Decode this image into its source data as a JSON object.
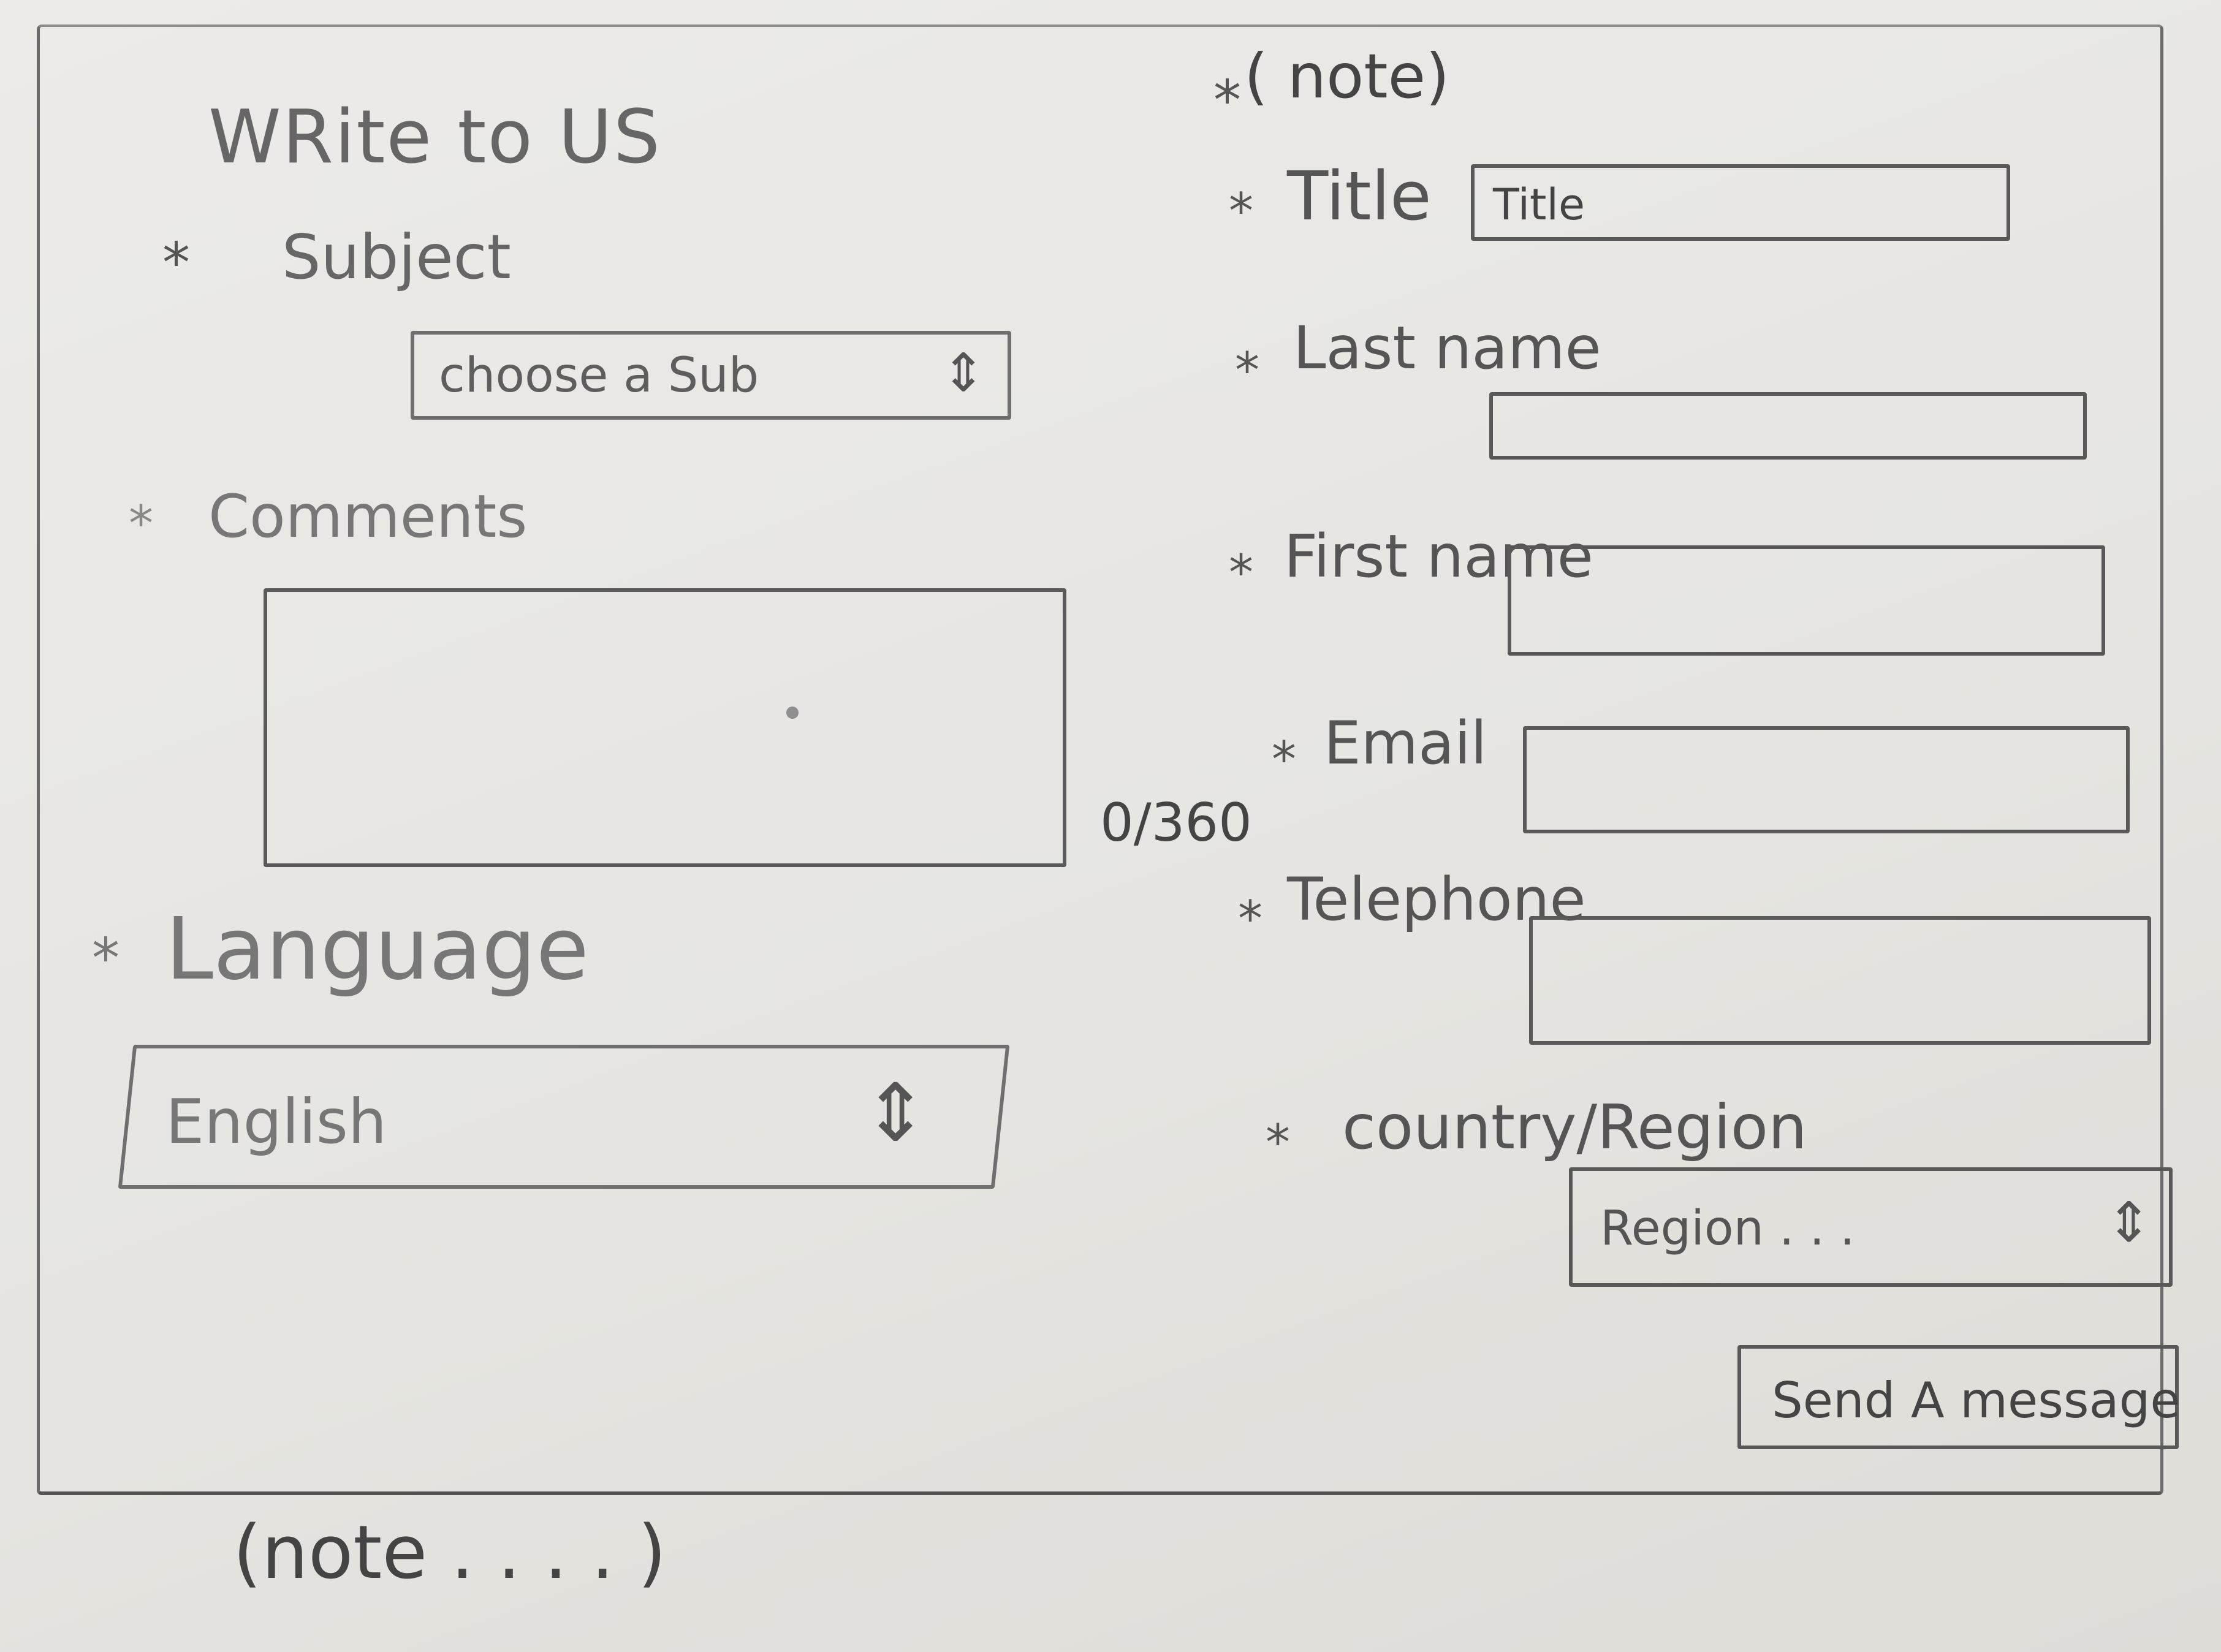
{
  "left": {
    "title": "WRite to US",
    "subject_label": "Subject",
    "subject_select": "choose a Sub",
    "comments_label": "Comments",
    "char_counter": "0/360",
    "language_label": "Language",
    "language_select": "English"
  },
  "right": {
    "note": "( note)",
    "title_label": "Title",
    "title_field": "Title",
    "last_name_label": "Last name",
    "first_name_label": "First name",
    "email_label": "Email",
    "telephone_label": "Telephone",
    "country_label": "country/Region",
    "region_select": "Region . . .",
    "send_button": "Send A message"
  },
  "footer": {
    "note": "(note . . . . )"
  },
  "glyphs": {
    "required_marker": "*",
    "select_arrows": "⇕"
  }
}
